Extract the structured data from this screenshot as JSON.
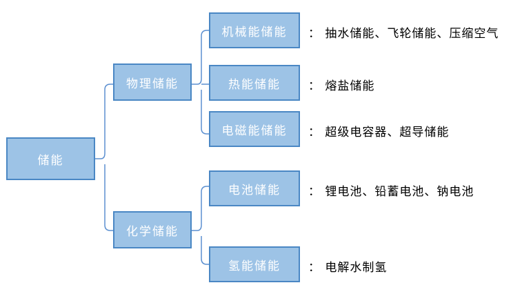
{
  "root": {
    "label": "储能"
  },
  "branches": [
    {
      "label": "物理储能",
      "children": [
        {
          "label": "机械能储能",
          "desc": "： 抽水储能、飞轮储能、压缩空气"
        },
        {
          "label": "热能储能",
          "desc": "： 熔盐储能"
        },
        {
          "label": "电磁能储能",
          "desc": "： 超级电容器、超导储能"
        }
      ]
    },
    {
      "label": "化学储能",
      "children": [
        {
          "label": "电池储能",
          "desc": "： 锂电池、铅蓄电池、钠电池"
        },
        {
          "label": "氢能储能",
          "desc": "： 电解水制氢"
        }
      ]
    }
  ],
  "colors": {
    "box_fill": "#9dc3e6",
    "box_border": "#4a87c4",
    "connector": "#5b8fd0",
    "box_text": "#ffffff"
  }
}
